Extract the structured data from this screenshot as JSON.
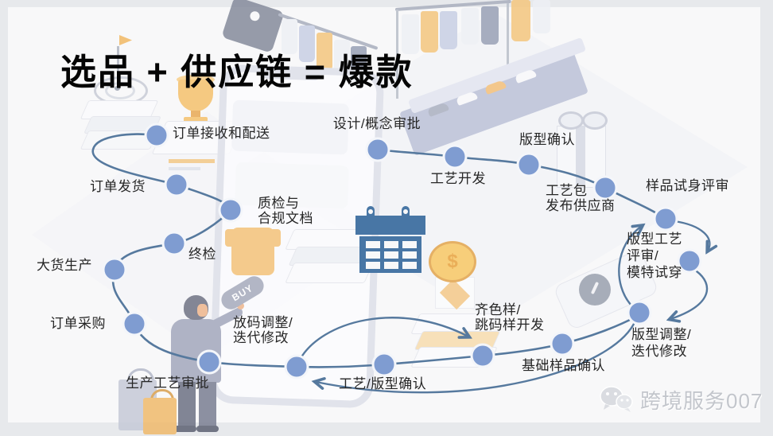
{
  "title": "选品 + 供应链 = 爆款",
  "watermark": {
    "text": "跨境服务007"
  },
  "illustration": {
    "buy_label": "BUY",
    "dollar_symbol": "$"
  },
  "colors": {
    "node_fill": "#7f9cd1",
    "node_ring": "#f4f6fa",
    "flow_line": "#56799e",
    "calendar_blue": "#2a6097",
    "accent_orange": "#f3c27a",
    "watermark_grey": "#c3c6cc",
    "slide_background": "#f8f8f9"
  },
  "flow": {
    "steps": [
      {
        "id": "design-concept-approval",
        "label": "设计/概念审批"
      },
      {
        "id": "process-development",
        "label": "工艺开发"
      },
      {
        "id": "pattern-confirmation",
        "label": "版型确认"
      },
      {
        "id": "tech-pack-release-to-supplier",
        "label": "工艺包\n发布供应商"
      },
      {
        "id": "sample-fitting-review",
        "label": "样品试身评审"
      },
      {
        "id": "pattern-process-review-model-fitting",
        "label": "版型工艺\n评审/\n模特试穿"
      },
      {
        "id": "pattern-adjustment-iteration",
        "label": "版型调整/\n迭代修改"
      },
      {
        "id": "base-sample-confirmation",
        "label": "基础样品确认"
      },
      {
        "id": "color-size-sample-development",
        "label": "齐色样/\n跳码样开发"
      },
      {
        "id": "process-pattern-confirmation",
        "label": "工艺/版型确认"
      },
      {
        "id": "grading-adjustment-iteration",
        "label": "放码调整/\n迭代修改"
      },
      {
        "id": "production-process-approval",
        "label": "生产工艺审批"
      },
      {
        "id": "order-procurement",
        "label": "订单采购"
      },
      {
        "id": "bulk-production",
        "label": "大货生产"
      },
      {
        "id": "final-inspection",
        "label": "终检"
      },
      {
        "id": "qc-compliance-docs",
        "label": "质检与\n合规文档"
      },
      {
        "id": "order-shipment",
        "label": "订单发货"
      },
      {
        "id": "order-receiving-delivery",
        "label": "订单接收和配送"
      }
    ]
  }
}
